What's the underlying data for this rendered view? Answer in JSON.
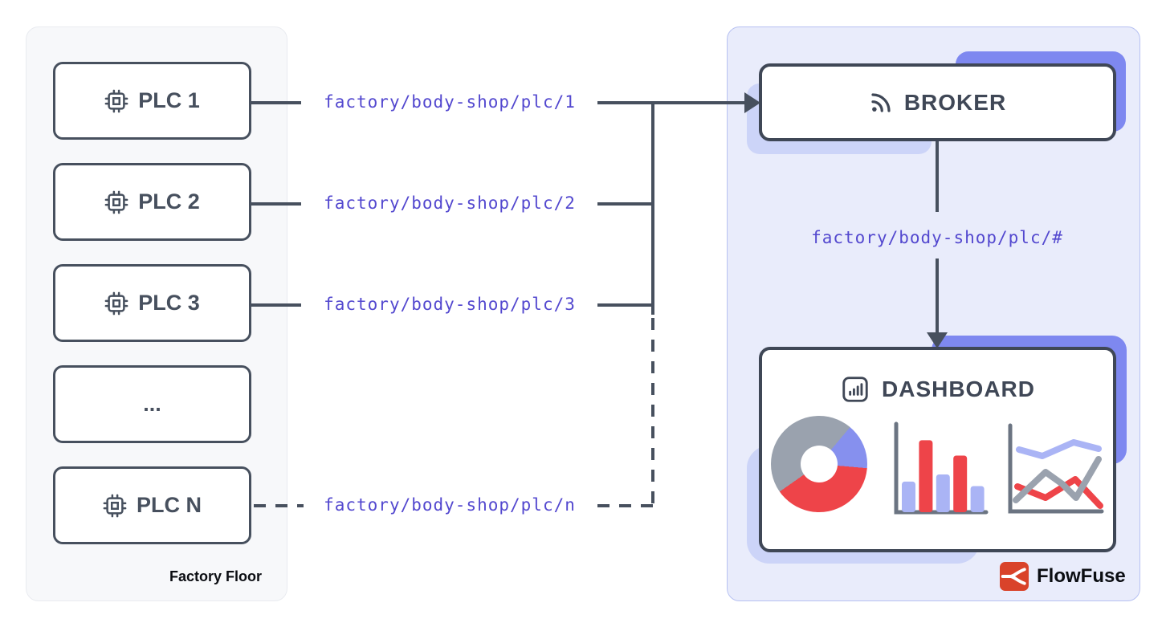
{
  "factory_panel": {
    "label": "Factory Floor",
    "plcs": [
      {
        "label": "PLC 1"
      },
      {
        "label": "PLC 2"
      },
      {
        "label": "PLC 3"
      },
      {
        "label": "..."
      },
      {
        "label": "PLC N"
      }
    ]
  },
  "topics": {
    "plc1": "factory/body-shop/plc/1",
    "plc2": "factory/body-shop/plc/2",
    "plc3": "factory/body-shop/plc/3",
    "plcn": "factory/body-shop/plc/n",
    "wildcard": "factory/body-shop/plc/#"
  },
  "broker": {
    "label": "BROKER"
  },
  "dashboard": {
    "label": "DASHBOARD"
  },
  "brand": {
    "label": "FlowFuse"
  },
  "colors": {
    "line": "#47505e",
    "topic_text": "#5348cf",
    "accent_periwinkle": "#7e88f0",
    "accent_lavender": "#ccd4f8",
    "panel_right_bg": "#e9ecfb",
    "panel_right_border": "#b7c1f2",
    "panel_left_bg": "#f7f8fa",
    "chart_red": "#ee4449",
    "chart_gray": "#9aa2ae",
    "chart_blue_light": "#aab4f5",
    "chart_blue": "#8690ee",
    "brand_red": "#d9432a"
  },
  "chart_data": [
    {
      "type": "pie",
      "variant": "donut",
      "segments": [
        {
          "color": "#9aa2ae",
          "from": 0,
          "to": 40
        },
        {
          "color": "#8690ee",
          "from": 40,
          "to": 95
        },
        {
          "color": "#ee4449",
          "from": 95,
          "to": 235
        },
        {
          "color": "#9aa2ae",
          "from": 235,
          "to": 360
        }
      ]
    },
    {
      "type": "bar",
      "values": [
        34,
        80,
        42,
        63,
        29
      ],
      "colors": [
        "#aab4f5",
        "#ee4449",
        "#aab4f5",
        "#ee4449",
        "#aab4f5"
      ],
      "ylim": [
        0,
        100
      ]
    },
    {
      "type": "line",
      "series": [
        {
          "name": "red",
          "color": "#ee4449",
          "points": [
            [
              15,
              82
            ],
            [
              50,
              96
            ],
            [
              87,
              73
            ],
            [
              118,
              106
            ]
          ]
        },
        {
          "name": "gray",
          "color": "#9aa2ae",
          "points": [
            [
              13,
              99
            ],
            [
              50,
              64
            ],
            [
              71,
              79
            ],
            [
              88,
              96
            ],
            [
              116,
              48
            ]
          ]
        },
        {
          "name": "blue",
          "color": "#aab4f5",
          "points": [
            [
              17,
              36
            ],
            [
              46,
              44
            ],
            [
              85,
              27
            ],
            [
              116,
              35
            ]
          ]
        }
      ]
    }
  ]
}
